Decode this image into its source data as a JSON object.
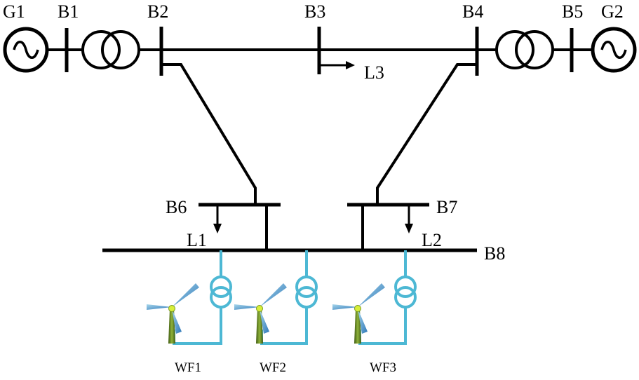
{
  "buses": {
    "b1": "B1",
    "b2": "B2",
    "b3": "B3",
    "b4": "B4",
    "b5": "B5",
    "b6": "B6",
    "b7": "B7",
    "b8": "B8"
  },
  "generators": {
    "g1": "G1",
    "g2": "G2"
  },
  "loads": {
    "l1": "L1",
    "l2": "L2",
    "l3": "L3"
  },
  "wind_farms": {
    "wf1": "WF1",
    "wf2": "WF2",
    "wf3": "WF3"
  },
  "colors": {
    "line": "#000000",
    "wind_connection": "#4db8d4",
    "turbine_tower": "#5c7a1e",
    "turbine_hub": "#d7ef3a"
  },
  "icons": [
    "generator-icon",
    "transformer-icon",
    "load-arrow-icon",
    "wind-turbine-icon"
  ]
}
